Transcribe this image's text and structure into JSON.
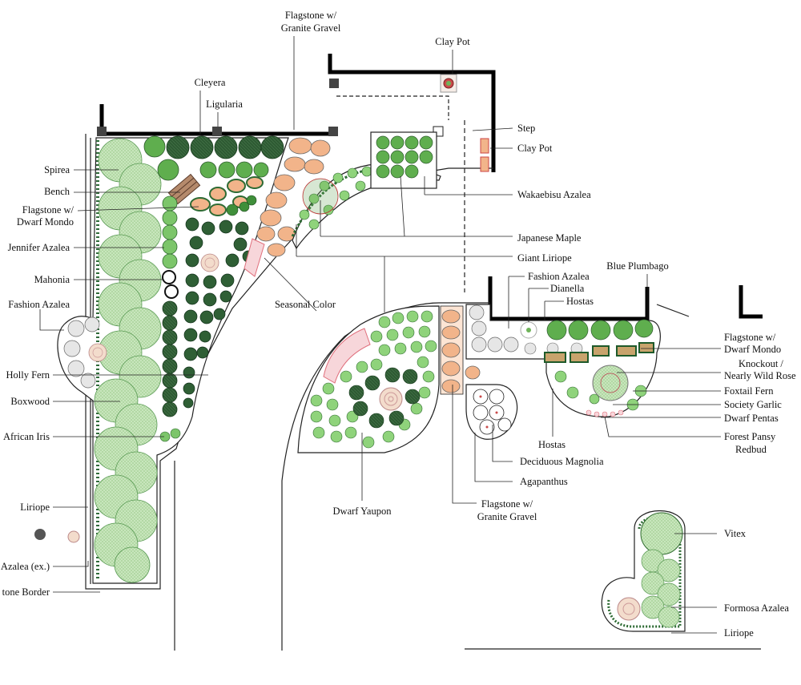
{
  "title": "",
  "labels": {
    "flagstone_granite_top": [
      "Flagstone w/",
      "Granite Gravel"
    ],
    "clay_pot_top": "Clay Pot",
    "cleyera": "Cleyera",
    "ligularia": "Ligularia",
    "step": "Step",
    "clay_pot_right": "Clay Pot",
    "spirea": "Spirea",
    "bench": "Bench",
    "flagstone_dwarf_mondo_left": [
      "Flagstone w/",
      "Dwarf Mondo"
    ],
    "wakaebisu_azalea": "Wakaebisu Azalea",
    "jennifer_azalea": "Jennifer Azalea",
    "japanese_maple": "Japanese Maple",
    "giant_liriope": "Giant Liriope",
    "blue_plumbago": "Blue Plumbago",
    "mahonia": "Mahonia",
    "fashion_azalea_mid": "Fashion Azalea",
    "dianella": "Dianella",
    "hostas_top": "Hostas",
    "fashion_azalea_left": "Fashion Azalea",
    "seasonal_color": "Seasonal Color",
    "flagstone_dwarf_mondo_right": [
      "Flagstone w/",
      "Dwarf Mondo"
    ],
    "knockout": [
      "Knockout /",
      "Nearly Wild Rose"
    ],
    "holly_fern": "Holly Fern",
    "foxtail_fern": "Foxtail Fern",
    "boxwood": "Boxwood",
    "society_garlic": "Society Garlic",
    "dwarf_pentas": "Dwarf Pentas",
    "african_iris": "African Iris",
    "forest_pansy": [
      "Forest Pansy",
      "Redbud"
    ],
    "hostas_bottom": "Hostas",
    "deciduous_magnolia": "Deciduous Magnolia",
    "agapanthus": "Agapanthus",
    "liriope_left": "Liriope",
    "flagstone_granite_bottom": [
      "Flagstone w/",
      "Granite Gravel"
    ],
    "dwarf_yaupon": "Dwarf Yaupon",
    "vitex": "Vitex",
    "azalea_ex": "Azalea (ex.)",
    "stone_border": "tone Border",
    "formosa_azalea": "Formosa Azalea",
    "liriope_right": "Liriope"
  },
  "colors": {
    "shrub_light": "#b9dcaa",
    "shrub_mid": "#5fae4e",
    "shrub_dark": "#2f5f35",
    "stone": "#f2b48a",
    "flagstone": "#ead7c7",
    "seasonal": "#e0707d",
    "gray_plant": "#d9d9d9",
    "wall": "#000000"
  }
}
